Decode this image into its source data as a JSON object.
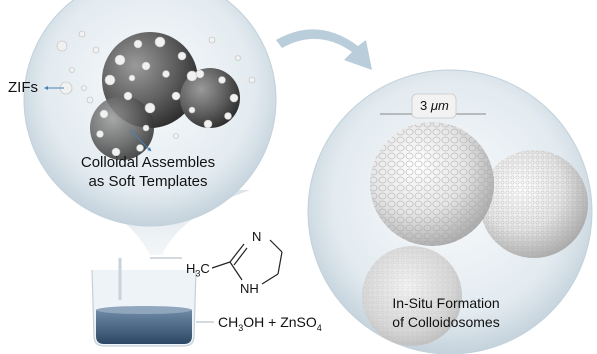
{
  "left_panel": {
    "zifs_label": "ZIFs",
    "caption_line1": "Colloidal Assembles",
    "caption_line2": "as Soft Templates"
  },
  "right_panel": {
    "scale_value": "3",
    "scale_unit": "μm",
    "caption_line1": "In-Situ Formation",
    "caption_line2": "of Colloidosomes"
  },
  "reagents": {
    "methyl_label_h": "H",
    "methyl_label_sub": "3",
    "methyl_label_c": "C",
    "ring_n_label": "N",
    "ring_nh_label": "NH",
    "solution_label_main": "CH",
    "solution_label_sub1": "3",
    "solution_label_mid": "OH + ZnSO",
    "solution_label_sub2": "4"
  },
  "colors": {
    "bubble_fill": "#dde6ec",
    "bubble_edge": "#b7c6d1",
    "arrow": "#b9cdda",
    "liquid": "#3c5a78",
    "pointer": "#4a7fb5"
  }
}
